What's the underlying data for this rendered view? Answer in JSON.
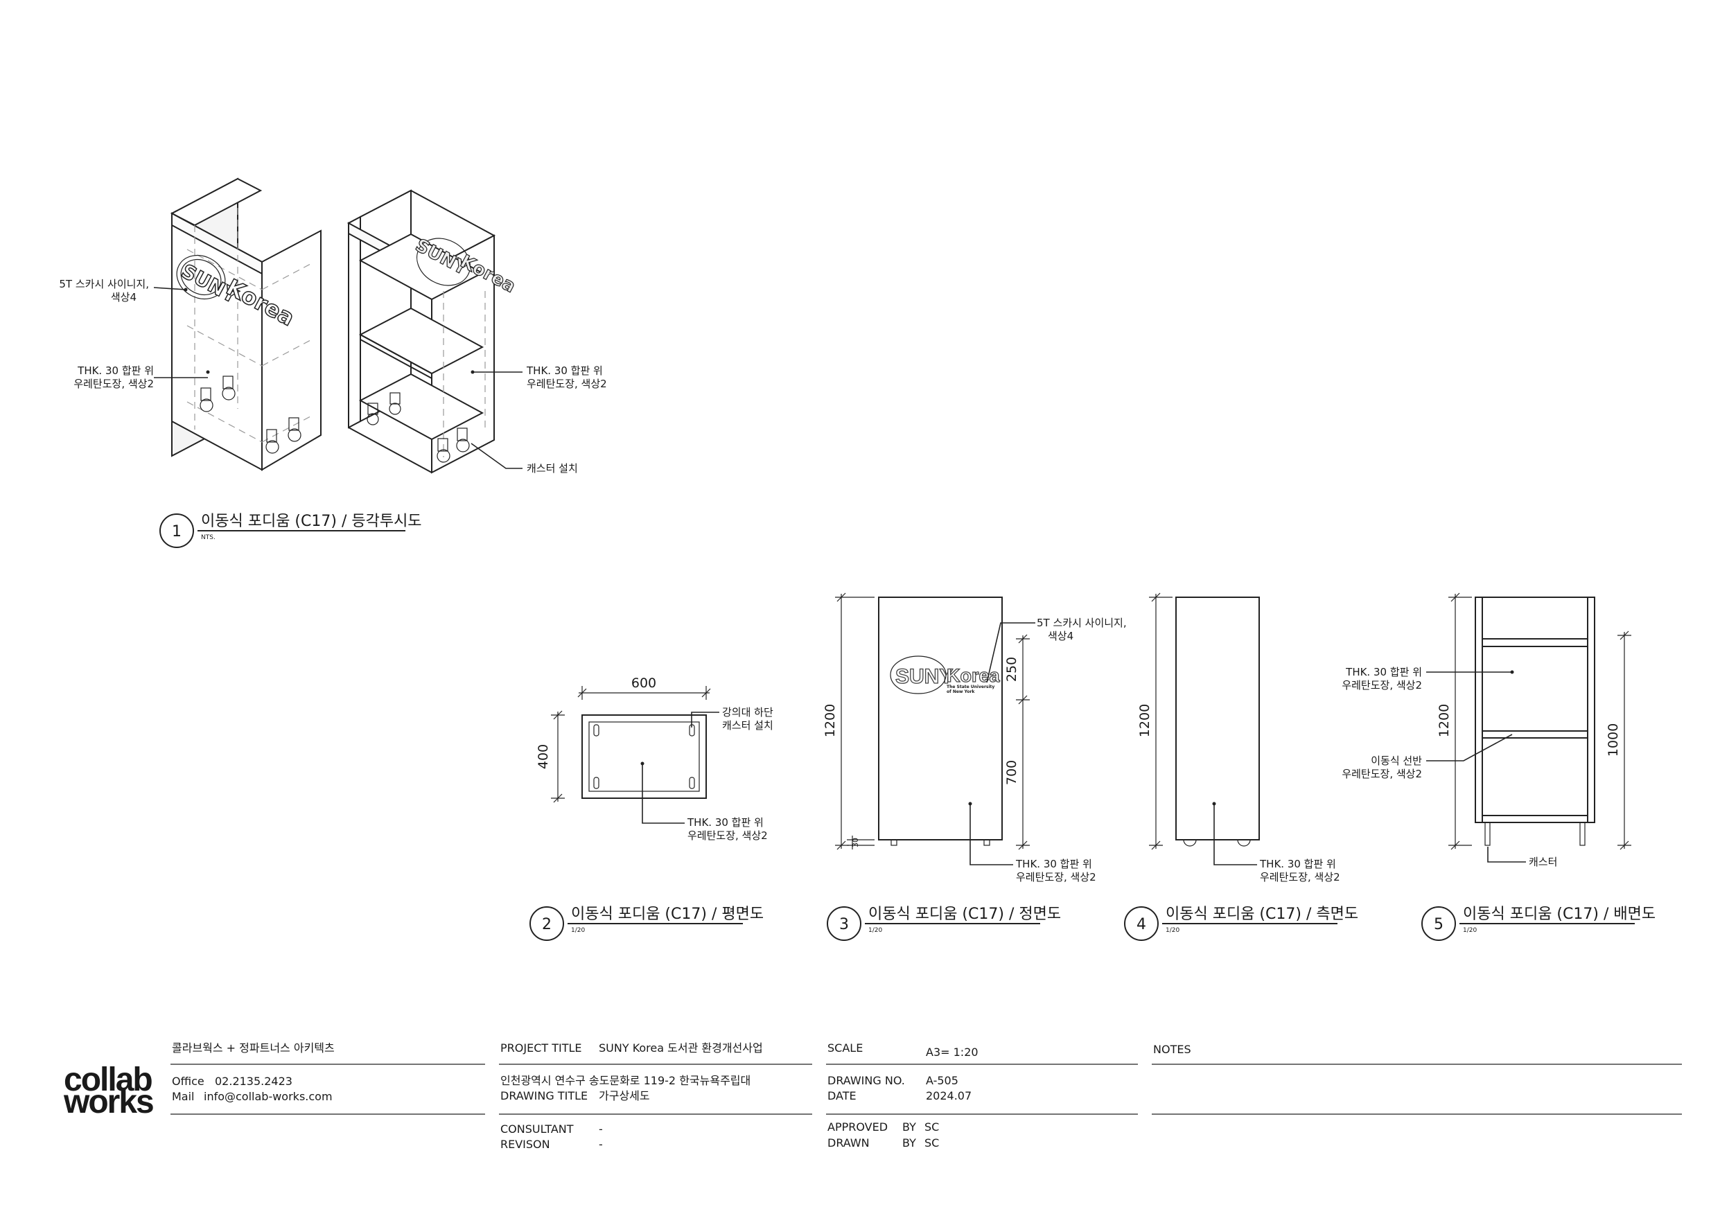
{
  "views": {
    "iso": {
      "number": "1",
      "title": "이동식 포디움 (C17) / 등각투시도",
      "scale": "NTS.",
      "notes": {
        "signage_l1": "5T 스카시 사이니지,",
        "signage_l2": "색상4",
        "plywood_left_l1": "THK. 30 합판 위",
        "plywood_left_l2": "우레탄도장, 색상2",
        "plywood_right_l1": "THK. 30 합판 위",
        "plywood_right_l2": "우레탄도장, 색상2",
        "caster": "캐스터 설치"
      }
    },
    "plan": {
      "number": "2",
      "title": "이동식 포디움 (C17) / 평면도",
      "scale": "1/20",
      "dims": {
        "width": "600",
        "depth": "400"
      },
      "notes": {
        "caster_l1": "강의대 하단",
        "caster_l2": "캐스터 설치",
        "plywood_l1": "THK. 30 합판 위",
        "plywood_l2": "우레탄도장, 색상2"
      }
    },
    "front": {
      "number": "3",
      "title": "이동식 포디움 (C17) / 정면도",
      "scale": "1/20",
      "dims": {
        "height": "1200",
        "top": "250",
        "mid": "700",
        "base": "30"
      },
      "logo": {
        "suny": "SUNY",
        "korea": "Korea",
        "sub_l1": "The State University",
        "sub_l2": "of New York"
      },
      "notes": {
        "signage_l1": "5T 스카시 사이니지,",
        "signage_l2": "색상4",
        "plywood_l1": "THK. 30 합판 위",
        "plywood_l2": "우레탄도장, 색상2"
      }
    },
    "side": {
      "number": "4",
      "title": "이동식 포디움 (C17) / 측면도",
      "scale": "1/20",
      "dims": {
        "height": "1200"
      },
      "notes": {
        "plywood_l1": "THK. 30 합판 위",
        "plywood_l2": "우레탄도장, 색상2"
      }
    },
    "rear": {
      "number": "5",
      "title": "이동식 포디움 (C17) / 배면도",
      "scale": "1/20",
      "dims": {
        "height": "1200",
        "shelf": "1000"
      },
      "notes": {
        "plywood_l1": "THK. 30 합판 위",
        "plywood_l2": "우레탄도장, 색상2",
        "shelf_l1": "이동식 선반",
        "shelf_l2": "우레탄도장, 색상2",
        "caster": "캐스터"
      }
    }
  },
  "title_block": {
    "brand_l1": "collab",
    "brand_l2": "works",
    "firm": "콜라브웍스 + 정파트너스 아키텍츠",
    "office_label": "Office",
    "office_value": "02.2135.2423",
    "mail_label": "Mail",
    "mail_value": "info@collab-works.com",
    "project_title_label": "PROJECT TITLE",
    "project_title_value": "SUNY Korea 도서관 환경개선사업",
    "address": "인천광역시 연수구 송도문화로 119-2 한국뉴욕주립대",
    "drawing_title_label": "DRAWING TITLE",
    "drawing_title_value": "가구상세도",
    "consultant_label": "CONSULTANT",
    "consultant_value": "-",
    "revision_label": "REVISON",
    "revision_value": "-",
    "scale_label": "SCALE",
    "scale_value": "A3= 1:20",
    "drawing_no_label": "DRAWING NO.",
    "drawing_no_value": "A-505",
    "date_label": "DATE",
    "date_value": "2024.07",
    "approved_label": "APPROVED",
    "approved_by": "BY",
    "approved_value": "SC",
    "drawn_label": "DRAWN",
    "drawn_by": "BY",
    "drawn_value": "SC",
    "notes_label": "NOTES"
  }
}
